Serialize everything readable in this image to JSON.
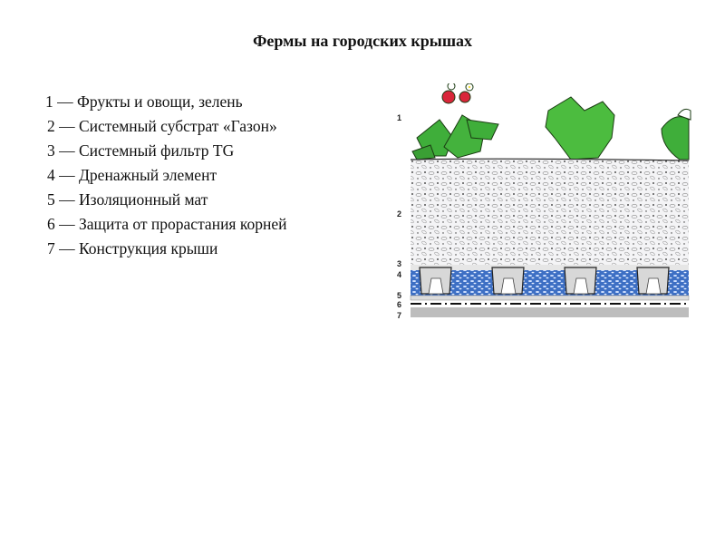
{
  "title": "Фермы на городских крышах",
  "legend": [
    "1 — Фрукты и овощи, зелень",
    "2 — Системный субстрат «Газон»",
    "3 — Системный фильтр TG",
    "4 — Дренажный элемент",
    "5 — Изоляционный мат",
    "6 — Защита от прорастания корней",
    "7 — Конструкция крыши"
  ],
  "diagram": {
    "layer_labels": [
      "1",
      "2",
      "3",
      "4",
      "5",
      "6",
      "7"
    ],
    "colors": {
      "leaf": "#3fae3a",
      "berry": "#d9263a",
      "drain_fill": "#3d6fc4",
      "drain_element": "#d8d8d8",
      "roof": "#bdbdbd"
    }
  }
}
